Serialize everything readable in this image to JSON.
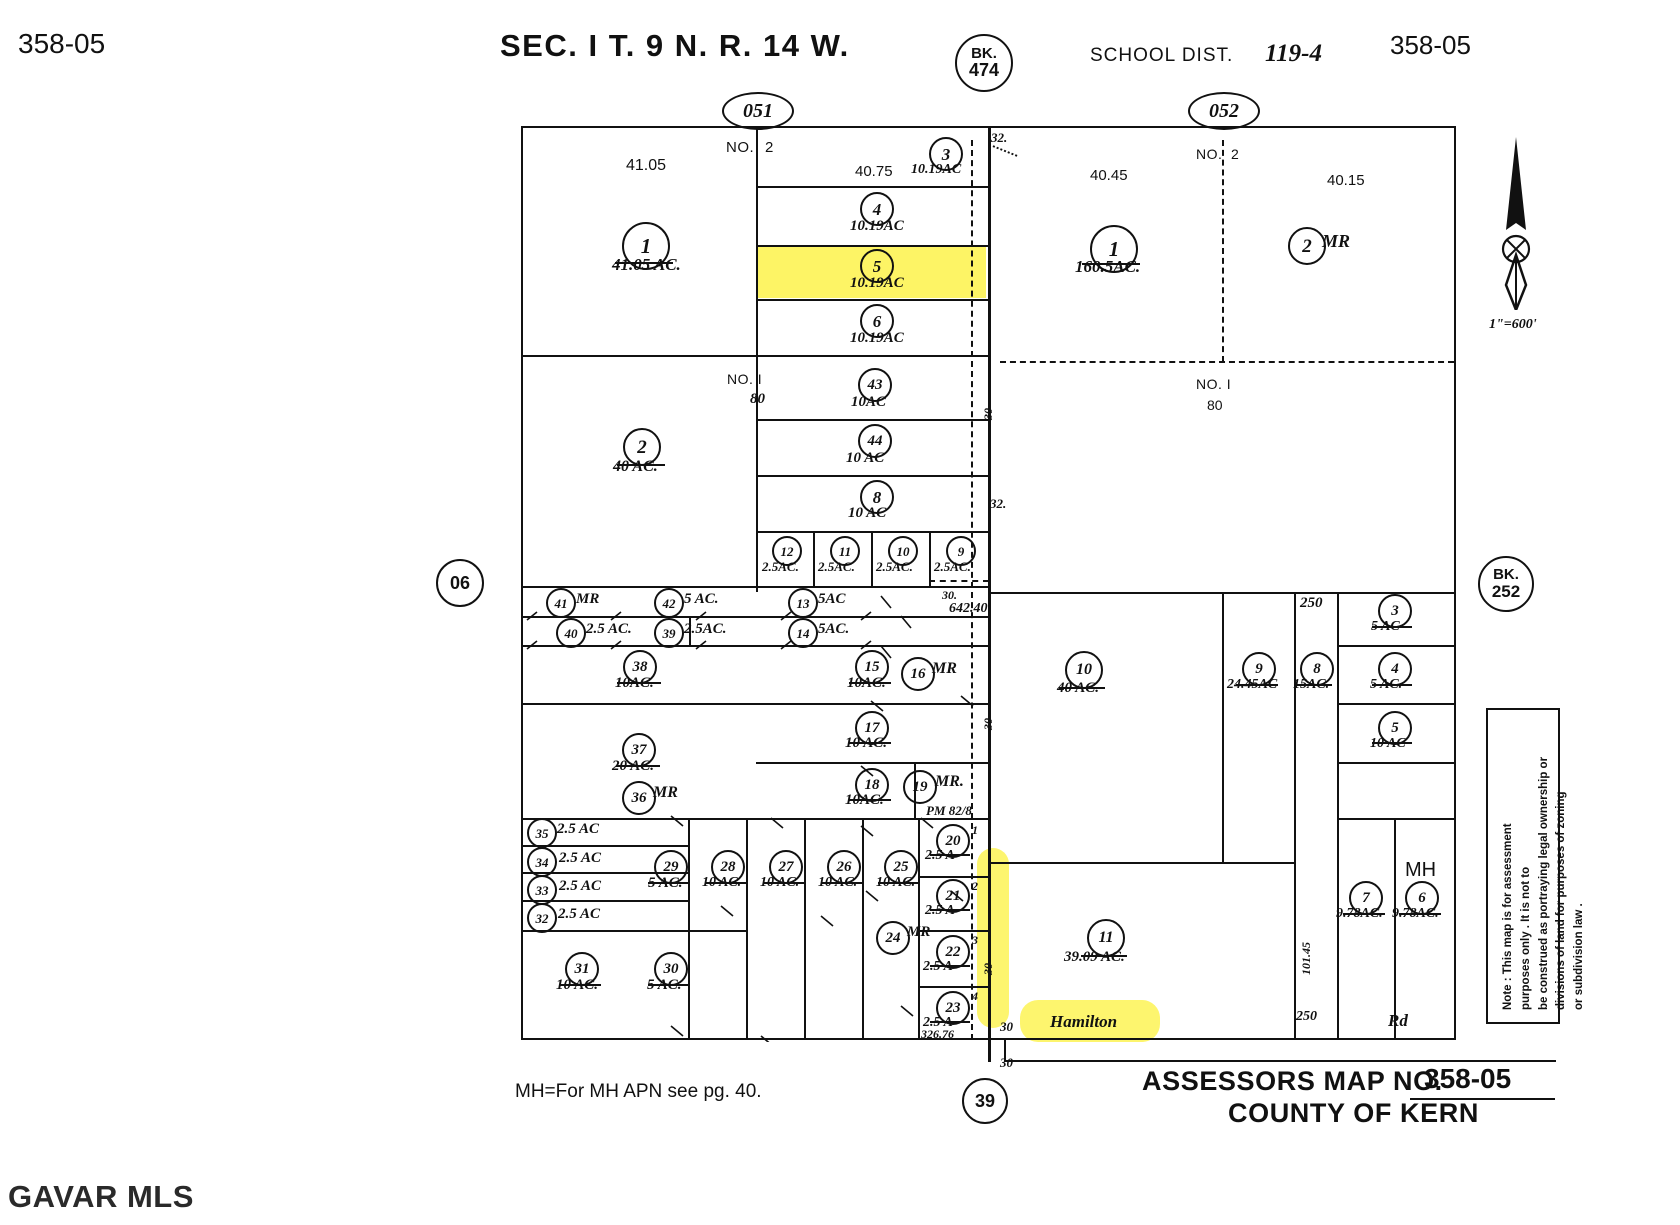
{
  "header": {
    "left_code": "358-05",
    "title": "SEC. I T. 9 N. R. 14 W.",
    "bk_top": {
      "line1": "BK.",
      "line2": "474"
    },
    "school_label": "SCHOOL  DIST.",
    "school_value": "119-4",
    "right_code": "358-05",
    "oval_left": "051",
    "oval_right": "052"
  },
  "side_markers": {
    "left_circle": "06",
    "right_circle": {
      "line1": "BK.",
      "line2": "252"
    },
    "bottom_circle": "39"
  },
  "compass": {
    "scale_label": "1\"=600'"
  },
  "note_box": {
    "text": "Note : This map is for assessment purposes only . It is not to be construed as portraying legal ownership or divisions of land for purposes of zoning or subdivision law ."
  },
  "footer": {
    "mh_note": "MH=For MH APN see pg. 40.",
    "map_no_label": "ASSESSORS MAP NO.",
    "map_no_value": "358-05",
    "county": "COUNTY OF KERN",
    "watermark": "GAVAR MLS"
  },
  "road": {
    "name": "Hamilton",
    "label_rd": "Rd"
  },
  "dimensions": {
    "top_nw": "41.05",
    "top_n2_left": "NO.",
    "top_n2_left_num": "2",
    "top_ne_4075": "40.75",
    "top_4045": "40.45",
    "top_4015": "40.15",
    "top_no2_right": "NO.",
    "top_no2_right_num": "2",
    "no1_left": "NO.  I",
    "no1_left_val": "80",
    "no1_right": "NO.  I",
    "no1_right_val": "80",
    "d32_top": "32.",
    "d32_mid": "32.",
    "d30": "30.",
    "d64240": "642.40",
    "d30_b1": "30",
    "d30_b2": "30",
    "d32676": "326.76",
    "d250_top": "250",
    "d250_bot": "250",
    "d10145": "101.45",
    "pm_label": "PM 82/8",
    "sub1": "1",
    "sub2": "2",
    "sub3": "3",
    "sub4": "4"
  },
  "parcels": [
    {
      "id": "p1-nw",
      "num": "1",
      "area": "41.05 AC."
    },
    {
      "id": "p3",
      "num": "3",
      "area": "10.19AC"
    },
    {
      "id": "p4",
      "num": "4",
      "area": "10.19AC"
    },
    {
      "id": "p5",
      "num": "5",
      "area": "10.19AC",
      "highlighted": true
    },
    {
      "id": "p6",
      "num": "6",
      "area": "10.19AC"
    },
    {
      "id": "p1-ne",
      "num": "1",
      "area": "160.5AC."
    },
    {
      "id": "p2-mr",
      "num": "2",
      "area": "MR"
    },
    {
      "id": "p2-w",
      "num": "2",
      "area": "40 AC."
    },
    {
      "id": "p43",
      "num": "43",
      "area": "10AC"
    },
    {
      "id": "p44",
      "num": "44",
      "area": "10 AC"
    },
    {
      "id": "p8",
      "num": "8",
      "area": "10 AC"
    },
    {
      "id": "p12",
      "num": "12",
      "area": "2.5AC."
    },
    {
      "id": "p11s",
      "num": "11",
      "area": "2.5AC."
    },
    {
      "id": "p10s",
      "num": "10",
      "area": "2.5AC."
    },
    {
      "id": "p9s",
      "num": "9",
      "area": "2.5AC."
    },
    {
      "id": "p41",
      "num": "41",
      "area": "MR"
    },
    {
      "id": "p42",
      "num": "42",
      "area": "5 AC."
    },
    {
      "id": "p13",
      "num": "13",
      "area": "5AC"
    },
    {
      "id": "p40",
      "num": "40",
      "area": "2.5 AC."
    },
    {
      "id": "p39",
      "num": "39",
      "area": "2.5AC."
    },
    {
      "id": "p14",
      "num": "14",
      "area": "5AC."
    },
    {
      "id": "p38",
      "num": "38",
      "area": "10AC."
    },
    {
      "id": "p15",
      "num": "15",
      "area": "10AC."
    },
    {
      "id": "p16",
      "num": "16",
      "area": "MR"
    },
    {
      "id": "p37",
      "num": "37",
      "area": "20 AC."
    },
    {
      "id": "p17",
      "num": "17",
      "area": "10 AC."
    },
    {
      "id": "p36",
      "num": "36",
      "area": "MR"
    },
    {
      "id": "p18",
      "num": "18",
      "area": "10AC."
    },
    {
      "id": "p19",
      "num": "19",
      "area": "MR."
    },
    {
      "id": "p35",
      "num": "35",
      "area": "2.5 AC"
    },
    {
      "id": "p34",
      "num": "34",
      "area": "2.5 AC"
    },
    {
      "id": "p33",
      "num": "33",
      "area": "2.5 AC"
    },
    {
      "id": "p32",
      "num": "32",
      "area": "2.5 AC"
    },
    {
      "id": "p29",
      "num": "29",
      "area": "5 AC."
    },
    {
      "id": "p28",
      "num": "28",
      "area": "10 AC."
    },
    {
      "id": "p27",
      "num": "27",
      "area": "10 AC."
    },
    {
      "id": "p26",
      "num": "26",
      "area": "10 AC."
    },
    {
      "id": "p25",
      "num": "25",
      "area": "10 AC."
    },
    {
      "id": "p24",
      "num": "24",
      "area": "MR"
    },
    {
      "id": "p31",
      "num": "31",
      "area": "10 AC."
    },
    {
      "id": "p30",
      "num": "30",
      "area": "5 AC."
    },
    {
      "id": "p20",
      "num": "20",
      "area": "2.5 A"
    },
    {
      "id": "p21",
      "num": "21",
      "area": "2.5 A"
    },
    {
      "id": "p22",
      "num": "22",
      "area": "2.5 A"
    },
    {
      "id": "p23",
      "num": "23",
      "area": "2.5 A"
    },
    {
      "id": "p10e",
      "num": "10",
      "area": "40 AC."
    },
    {
      "id": "p11e",
      "num": "11",
      "area": "39.09 AC."
    },
    {
      "id": "p9e",
      "num": "9",
      "area": "24.45AC"
    },
    {
      "id": "p8e",
      "num": "8",
      "area": "15AC."
    },
    {
      "id": "p3e",
      "num": "3",
      "area": "5 AC"
    },
    {
      "id": "p4e",
      "num": "4",
      "area": "5 AC."
    },
    {
      "id": "p5e",
      "num": "5",
      "area": "10 AC"
    },
    {
      "id": "p7e",
      "num": "7",
      "area": "9.78AC."
    },
    {
      "id": "p6e",
      "num": "6",
      "area": "9.78AC.",
      "prefix": "MH"
    }
  ]
}
